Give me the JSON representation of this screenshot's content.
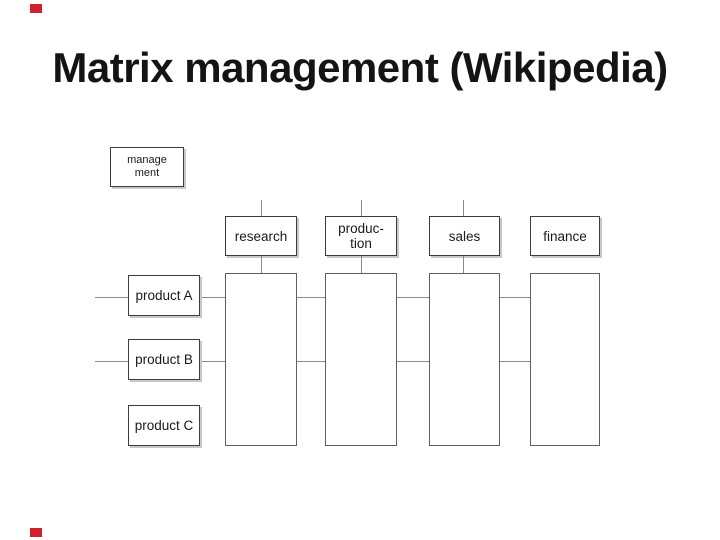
{
  "title": "Matrix management (Wikipedia)",
  "colors": {
    "marker_red": "#cf2030",
    "line_gray": "#8a8a8a",
    "box_border": "#3c3c3c",
    "text": "#1a1a1a"
  },
  "diagram": {
    "management": {
      "label": "manage\nment"
    },
    "departments": [
      {
        "label": "research"
      },
      {
        "label": "produc-\ntion"
      },
      {
        "label": "sales"
      },
      {
        "label": "finance"
      }
    ],
    "products": [
      {
        "label": "product A"
      },
      {
        "label": "product B"
      },
      {
        "label": "product C"
      }
    ]
  }
}
